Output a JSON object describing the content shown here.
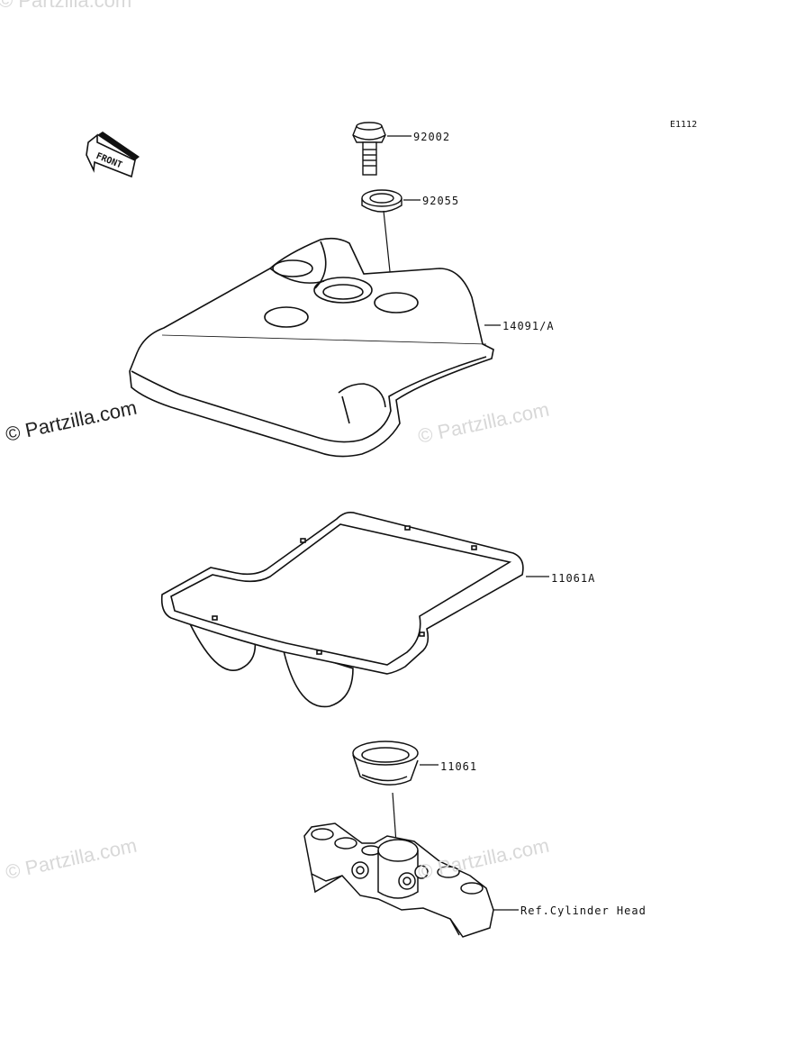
{
  "diagram": {
    "code": "E1112",
    "front_label": "FRONT",
    "parts": [
      {
        "number": "92002",
        "name": "bolt"
      },
      {
        "number": "92055",
        "name": "seal"
      },
      {
        "number": "14091/A",
        "name": "cover"
      },
      {
        "number": "11061A",
        "name": "gasket"
      },
      {
        "number": "11061",
        "name": "plug-gasket"
      }
    ],
    "reference": "Ref.Cylinder Head"
  },
  "watermarks": [
    "© Partzilla.com",
    "© Partzilla.com",
    "© Partzilla.com",
    "© Partzilla.com",
    "© Partzilla.com"
  ]
}
